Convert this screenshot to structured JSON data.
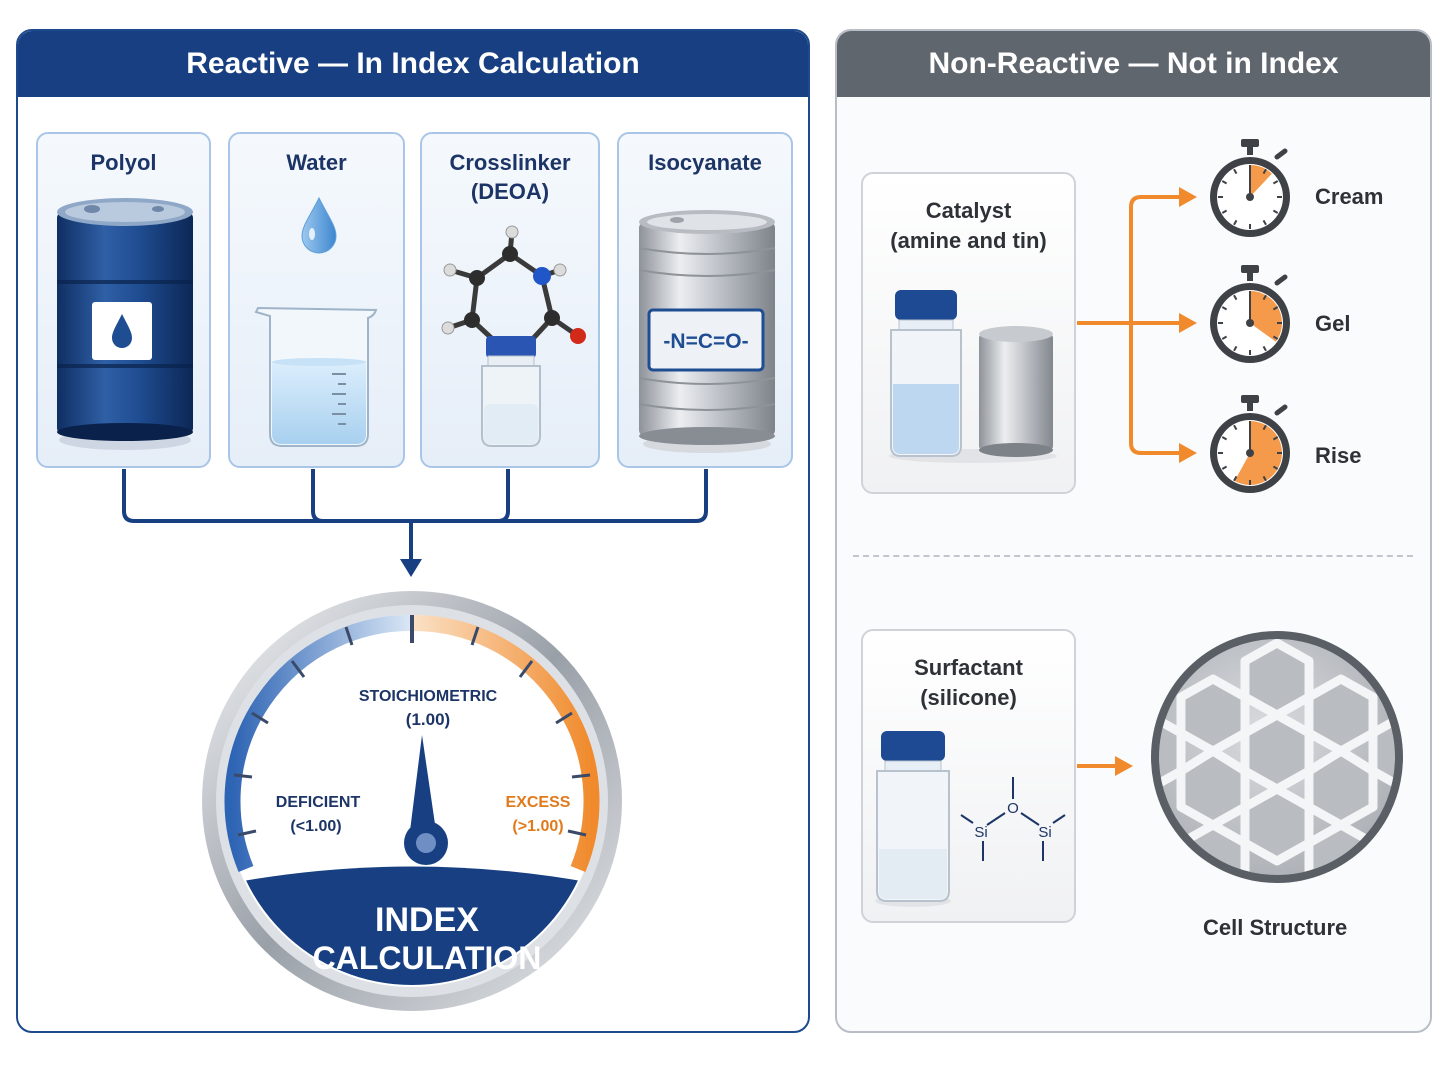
{
  "left": {
    "title": "Reactive — In Index Calculation",
    "cards": {
      "polyol": "Polyol",
      "water": "Water",
      "crosslinker_line1": "Crosslinker",
      "crosslinker_line2": "(DEOA)",
      "isocyanate": "Isocyanate"
    },
    "drum_label": "-N=C=O-",
    "gauge": {
      "center_line1": "STOICHIOMETRIC",
      "center_line2": "(1.00)",
      "left_line1": "DEFICIENT",
      "left_line2": "(<1.00)",
      "right_line1": "EXCESS",
      "right_line2": "(>1.00)",
      "title_line1": "INDEX",
      "title_line2": "CALCULATION",
      "needle_value": 1.0
    }
  },
  "right": {
    "title": "Non-Reactive — Not in Index",
    "catalyst_line1": "Catalyst",
    "catalyst_line2": "(amine and tin)",
    "timers": {
      "cream": "Cream",
      "gel": "Gel",
      "rise": "Rise",
      "cream_fraction": 0.12,
      "gel_fraction": 0.35,
      "rise_fraction": 0.58
    },
    "surfactant_line1": "Surfactant",
    "surfactant_line2": "(silicone)",
    "siloxane": {
      "si": "Si",
      "o": "O"
    },
    "cell_structure": "Cell Structure"
  },
  "colors": {
    "navy": "#173f82",
    "gray_header": "#60666e",
    "orange": "#f08a2c",
    "light_blue": "#a9c6e8"
  }
}
